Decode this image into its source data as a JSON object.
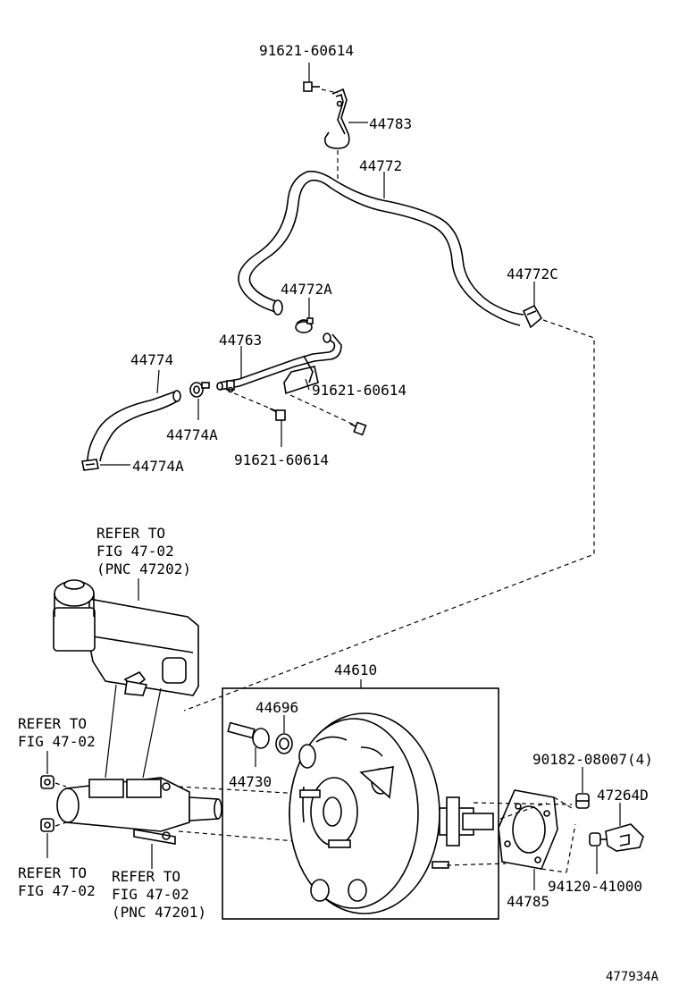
{
  "labels": {
    "bolt_top": "91621-60614",
    "bracket": "44783",
    "hose_main": "44772",
    "clip_a": "44772A",
    "clip_c": "44772C",
    "pipe": "44763",
    "hose_lower": "44774",
    "clamp_a": "44774A",
    "clamp_b": "44774A",
    "bolt_mid_right": "91621-60614",
    "bolt_mid": "91621-60614",
    "booster": "44610",
    "grommet": "44696",
    "check_valve": "44730",
    "nut_count": "90182-08007(4)",
    "clevis": "47264D",
    "pin": "94120-41000",
    "gasket": "44785",
    "ref_reservoir_1": "REFER TO",
    "ref_reservoir_2": "FIG 47-02",
    "ref_reservoir_3": "(PNC 47202)",
    "ref_left_top_1": "REFER TO",
    "ref_left_top_2": "FIG 47-02",
    "ref_left_bot_1": "REFER TO",
    "ref_left_bot_2": "FIG 47-02",
    "ref_master_1": "REFER TO",
    "ref_master_2": "FIG 47-02",
    "ref_master_3": "(PNC 47201)",
    "figure_id": "477934A"
  }
}
